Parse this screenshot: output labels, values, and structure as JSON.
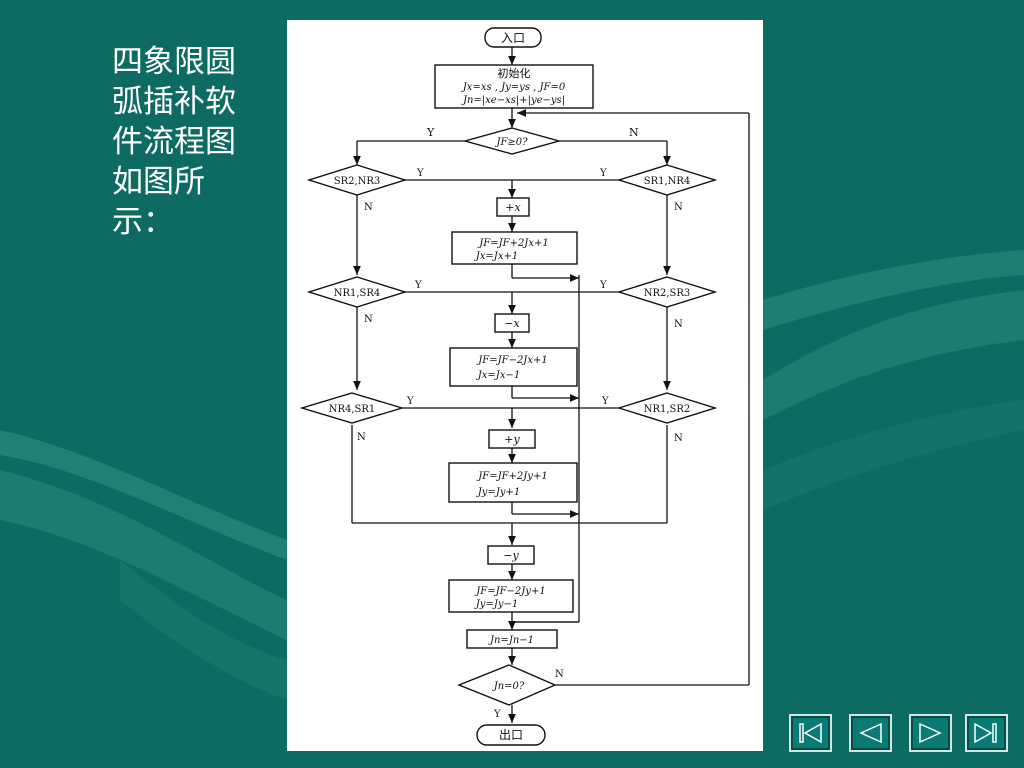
{
  "slide": {
    "description_text": "四象限圆弧插补软件流程图如图所示："
  },
  "flowchart": {
    "entry": "入口",
    "init_title": "初始化",
    "init_line1": "Jx=xs , Jy=ys , JF=0",
    "init_line2": "Jn=|xe−xs|+|ye−ys|",
    "decision_jf": "JF≥0?",
    "decision_sr2nr3": "SR2,NR3",
    "decision_sr1nr4": "SR1,NR4",
    "step_plus_x": "+x",
    "calc1_line1": "JF=JF+2Jx+1",
    "calc1_line2": "Jx=Jx+1",
    "decision_nr1sr4": "NR1,SR4",
    "decision_nr2sr3": "NR2,SR3",
    "step_minus_x": "−x",
    "calc2_line1": "JF=JF−2Jx+1",
    "calc2_line2": "Jx=Jx−1",
    "decision_nr4sr1": "NR4,SR1",
    "decision_nr1sr2": "NR1,SR2",
    "step_plus_y": "+y",
    "calc3_line1": "JF=JF+2Jy+1",
    "calc3_line2": "Jy=Jy+1",
    "step_minus_y": "−y",
    "calc4_line1": "JF=JF−2Jy+1",
    "calc4_line2": "Jy=Jy−1",
    "counter": "Jn=Jn−1",
    "decision_end": "Jn=0?",
    "exit": "出口",
    "label_y": "Y",
    "label_n": "N"
  },
  "nav": {
    "first_icon": "first-page-icon",
    "prev_icon": "previous-icon",
    "next_icon": "next-icon",
    "last_icon": "last-page-icon"
  },
  "colors": {
    "background": "#0d6b63",
    "panel": "#ffffff",
    "nav_button": "#0a7a74"
  }
}
